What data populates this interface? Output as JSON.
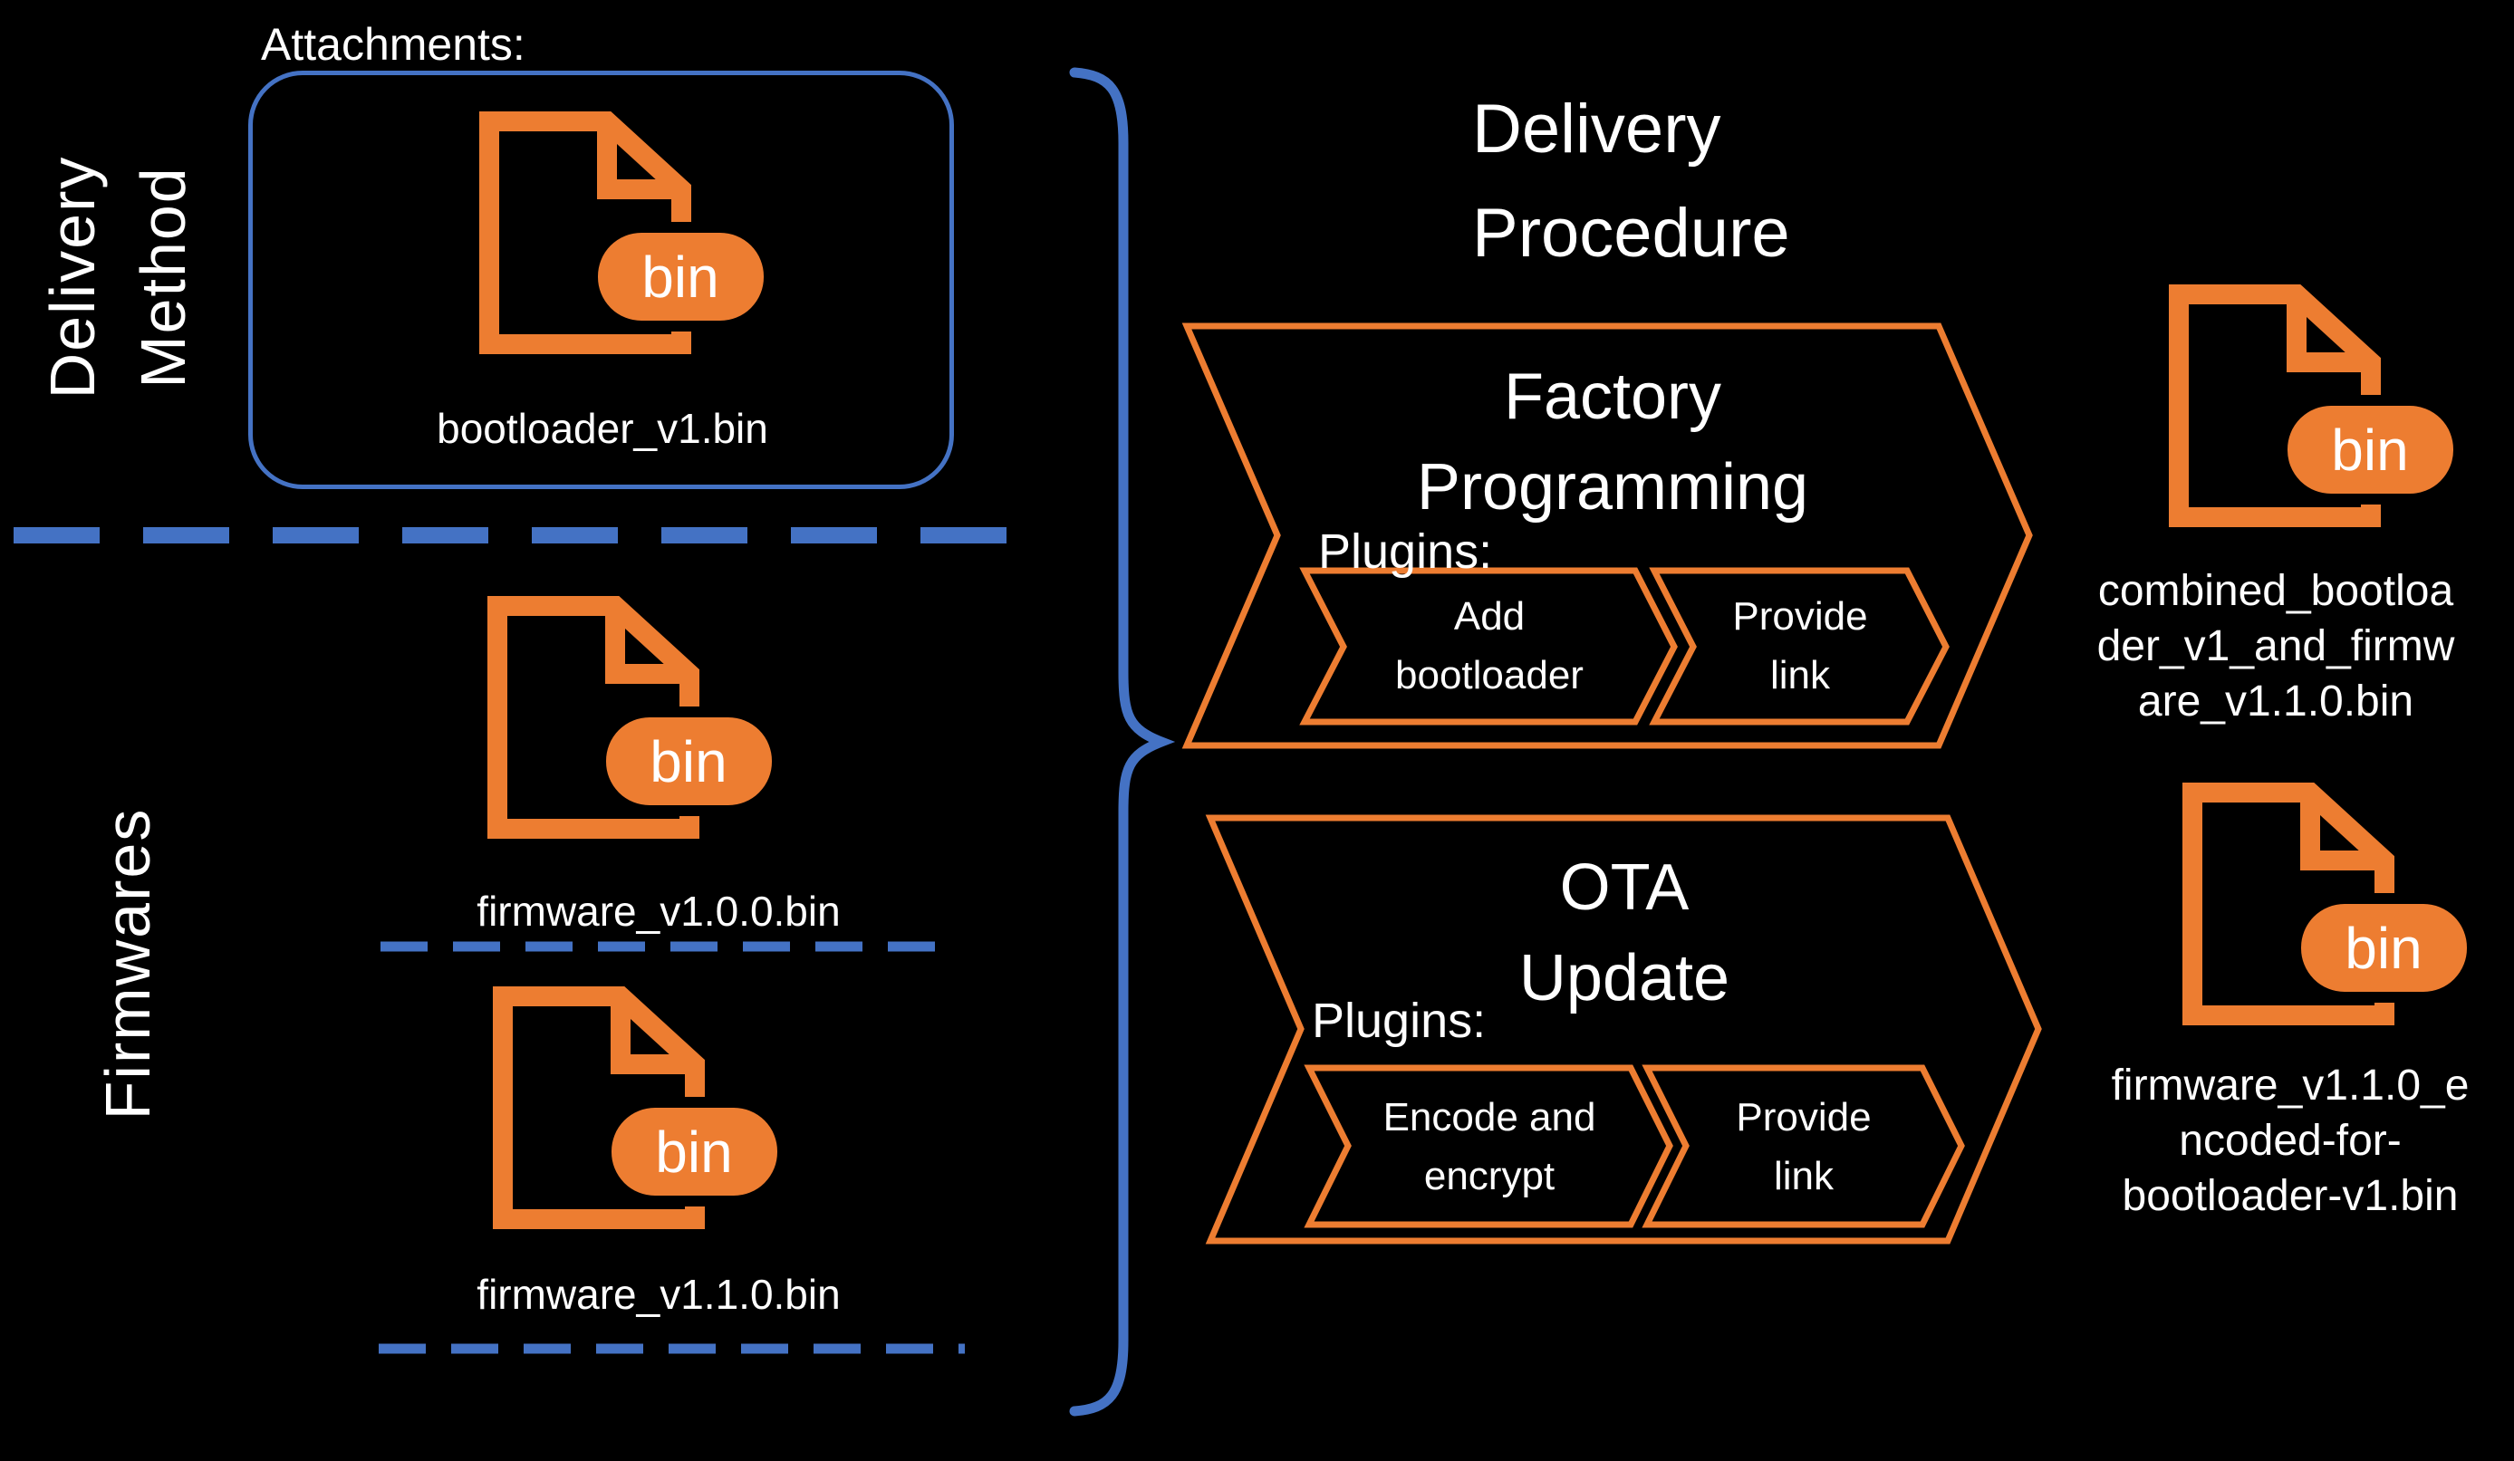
{
  "colors": {
    "background": "#000000",
    "accent_orange": "#ED7D31",
    "accent_blue": "#4472C4",
    "text": "#FFFFFF"
  },
  "sections": {
    "delivery_method": "Delivery\nMethod",
    "firmwares": "Firmwares"
  },
  "attachments": {
    "label": "Attachments:",
    "file": {
      "badge": "bin",
      "name": "bootloader_v1.bin"
    }
  },
  "firmwares": [
    {
      "badge": "bin",
      "name": "firmware_v1.0.0.bin"
    },
    {
      "badge": "bin",
      "name": "firmware_v1.1.0.bin"
    }
  ],
  "procedure": {
    "title": "Delivery\nProcedure",
    "steps": [
      {
        "title": "Factory\nProgramming",
        "plugins_label": "Plugins:",
        "plugins": [
          {
            "label": "Add\nbootloader"
          },
          {
            "label": "Provide\nlink"
          }
        ],
        "output": {
          "badge": "bin",
          "name": "combined_bootloa\nder_v1_and_firmw\nare_v1.1.0.bin"
        }
      },
      {
        "title": "OTA\nUpdate",
        "plugins_label": "Plugins:",
        "plugins": [
          {
            "label": "Encode and\nencrypt"
          },
          {
            "label": "Provide\nlink"
          }
        ],
        "output": {
          "badge": "bin",
          "name": "firmware_v1.1.0_e\nncoded-for-\nbootloader-v1.bin"
        }
      }
    ]
  }
}
